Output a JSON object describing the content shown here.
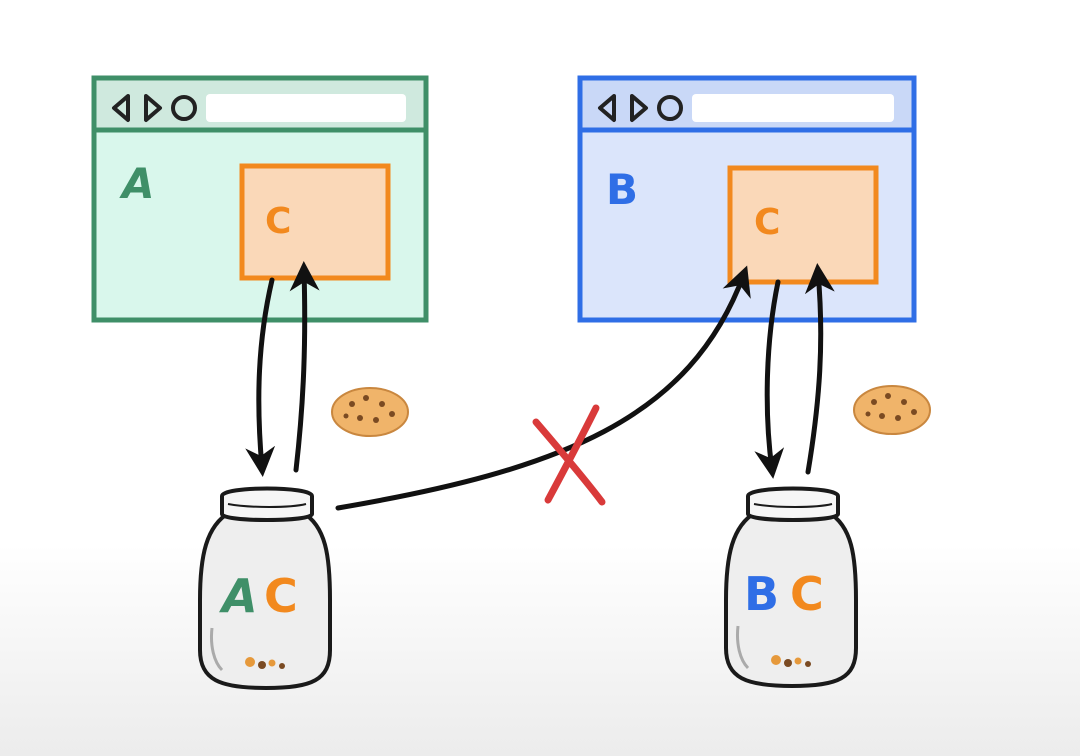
{
  "colors": {
    "green_stroke": "#3f8f68",
    "green_fill": "#d9f7ec",
    "blue_stroke": "#2f6ee6",
    "blue_fill": "#dbe5fb",
    "frame_fill": "#cfe9de",
    "frame_fill_b": "#c9d8f7",
    "orange_stroke": "#f2891e",
    "orange_fill": "#fad8b8",
    "arrow": "#111111",
    "cross": "#d93a3a",
    "jar_fill": "#eeeeee",
    "jar_stroke": "#1a1a1a",
    "cookie": "#f0b46a",
    "cookie_chip": "#7a4a22"
  },
  "window_a": {
    "label": "A",
    "embed_label": "C",
    "icons": [
      "back-icon",
      "forward-icon",
      "reload-icon"
    ]
  },
  "window_b": {
    "label": "B",
    "embed_label": "C",
    "icons": [
      "back-icon",
      "forward-icon",
      "reload-icon"
    ]
  },
  "jar_a": {
    "first_letter": "A",
    "second_letter": "C"
  },
  "jar_b": {
    "first_letter": "B",
    "second_letter": "C"
  },
  "blocked_marker": "cross-icon"
}
